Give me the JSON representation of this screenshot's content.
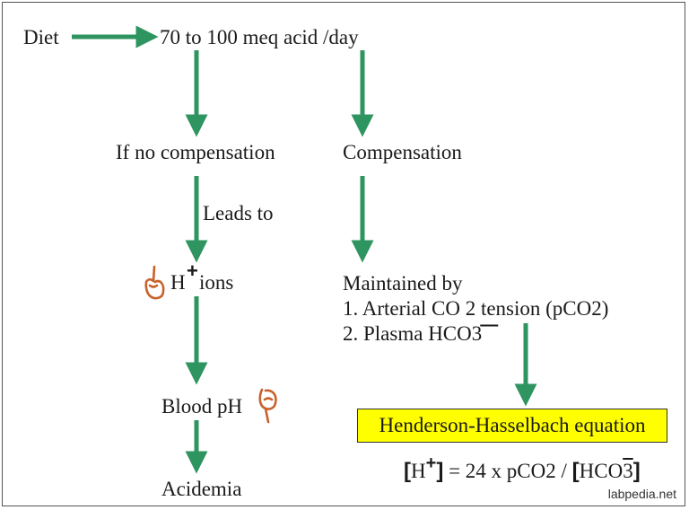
{
  "colors": {
    "arrow": "#2e9460",
    "hand": "#c8622c",
    "highlight": "#ffff00"
  },
  "labels": {
    "diet": "Diet",
    "acid": "70 to 100 meq acid /day",
    "no_comp": "If no compensation",
    "comp": "Compensation",
    "leads_to": "Leads to",
    "h": "H",
    "plus": "+",
    "ions": "ions",
    "maintained": "Maintained by",
    "item1": "1. Arterial CO 2 tension (pCO2)",
    "item2": "2. Plasma HCO3",
    "minus": "—",
    "blood_ph": "Blood pH",
    "acidemia": "Acidemia",
    "hh_equation": "Henderson-Hasselbach equation",
    "formula": {
      "lb": "[",
      "h": "H",
      "plus": "+",
      "rb": "]",
      "middle": " = 24 x pCO2 / ",
      "lb2": "[",
      "hco": "HCO",
      "three": "3",
      "rb2": "]"
    },
    "source": "labpedia.net"
  },
  "icons": {
    "increase": "hand-pointing-up-icon",
    "decrease": "hand-pointing-down-icon"
  }
}
